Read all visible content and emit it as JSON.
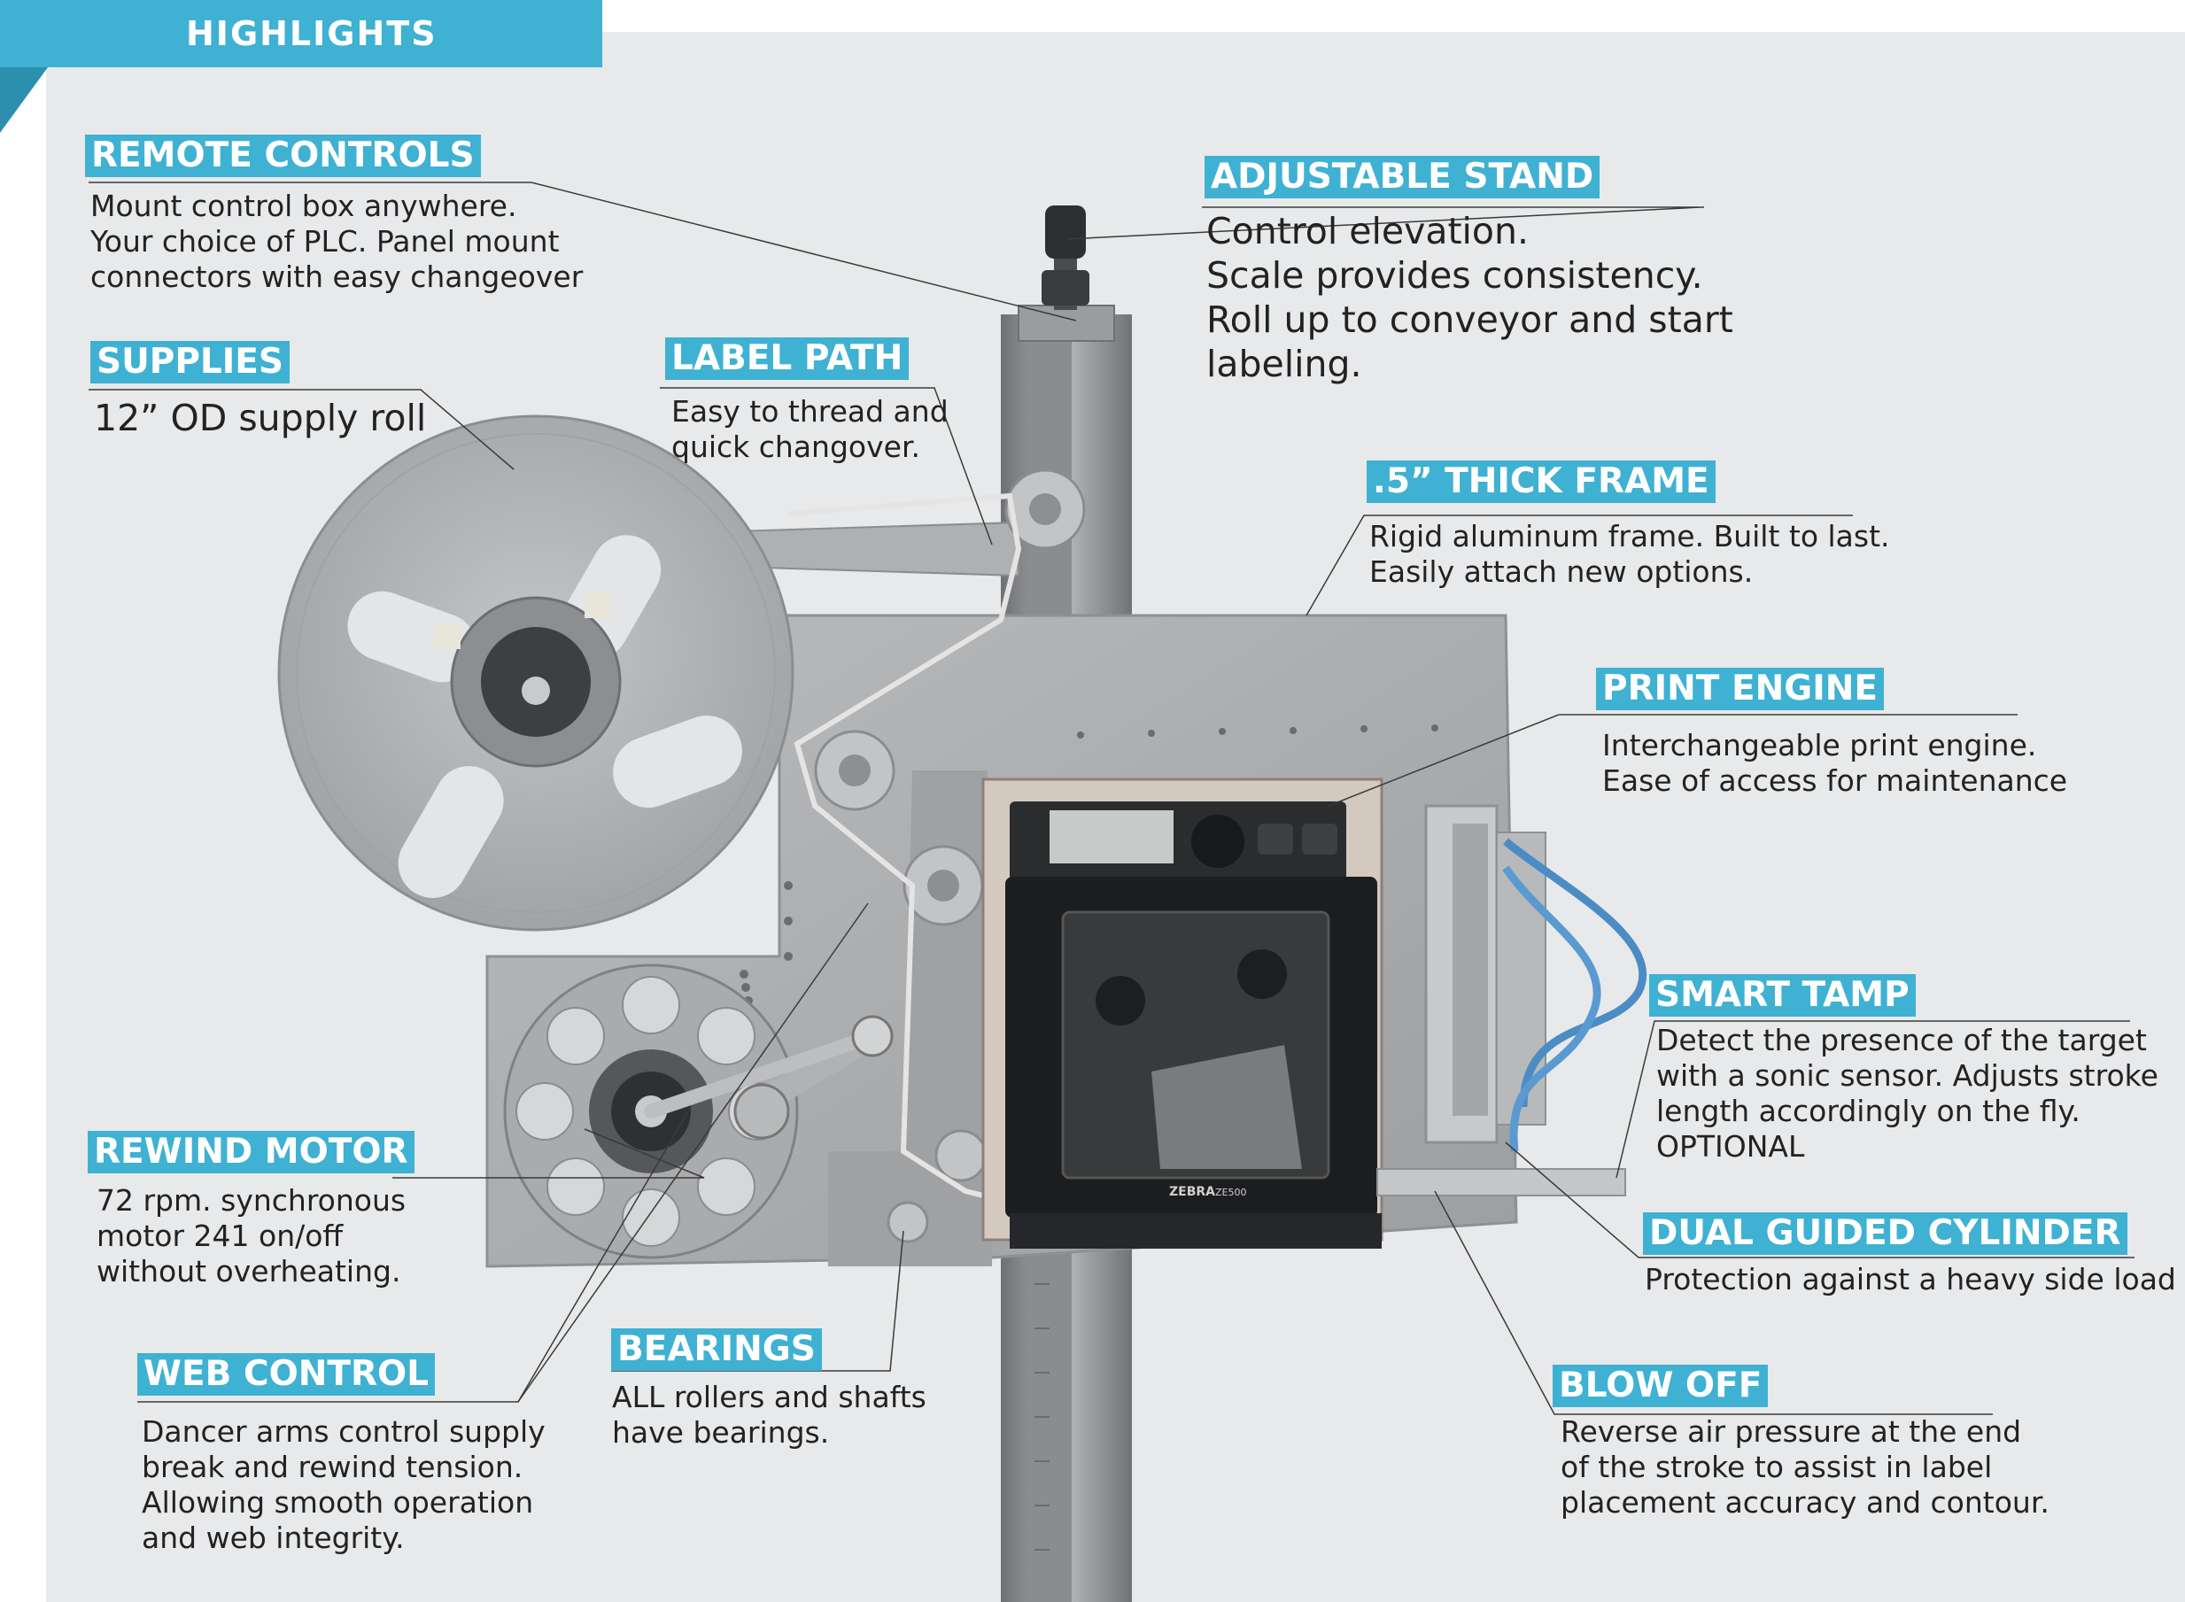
{
  "header": {
    "title": "HIGHLIGHTS"
  },
  "features": [
    {
      "id": "remote-controls",
      "title": "REMOTE CONTROLS",
      "lines": [
        "Mount control box anywhere.",
        "Your choice of PLC. Panel mount",
        "connectors with easy changeover"
      ]
    },
    {
      "id": "supplies",
      "title": "SUPPLIES",
      "lines": [
        "12” OD supply roll"
      ]
    },
    {
      "id": "label-path",
      "title": "LABEL PATH",
      "lines": [
        "Easy to thread and",
        "quick changover."
      ]
    },
    {
      "id": "adjustable-stand",
      "title": "ADJUSTABLE STAND",
      "lines": [
        "Control elevation.",
        "Scale provides consistency.",
        "Roll up to conveyor and start",
        "labeling."
      ]
    },
    {
      "id": "thick-frame",
      "title": ".5” THICK FRAME",
      "lines": [
        "Rigid aluminum frame. Built to last.",
        "Easily attach new options."
      ]
    },
    {
      "id": "print-engine",
      "title": "PRINT ENGINE",
      "lines": [
        "Interchangeable print engine.",
        "Ease of access for maintenance"
      ]
    },
    {
      "id": "smart-tamp",
      "title": "SMART TAMP",
      "lines": [
        "Detect the presence of the target",
        "with a sonic sensor. Adjusts stroke",
        "length accordingly on the fly.",
        "OPTIONAL"
      ]
    },
    {
      "id": "dual-guided-cylinder",
      "title": "DUAL GUIDED CYLINDER",
      "lines": [
        "Protection against a heavy side load"
      ]
    },
    {
      "id": "blow-off",
      "title": "BLOW OFF",
      "lines": [
        "Reverse air pressure at the end",
        "of the stroke to assist in label",
        "placement accuracy and contour."
      ]
    },
    {
      "id": "rewind-motor",
      "title": "REWIND MOTOR",
      "lines": [
        "72 rpm. synchronous",
        "motor 241 on/off",
        "without overheating."
      ]
    },
    {
      "id": "web-control",
      "title": "WEB CONTROL",
      "lines": [
        "Dancer arms control supply",
        "break and rewind tension.",
        "Allowing smooth operation",
        "and web integrity."
      ]
    },
    {
      "id": "bearings",
      "title": "BEARINGS",
      "lines": [
        "ALL rollers and shafts",
        "have bearings."
      ]
    }
  ],
  "machine": {
    "printer_brand": "ZEBRA",
    "printer_model": "ZE500"
  },
  "colors": {
    "accent": "#3fb1d2",
    "panel": "#e8e9ea",
    "text": "#222222",
    "aluminum": "#a7a9ab"
  }
}
